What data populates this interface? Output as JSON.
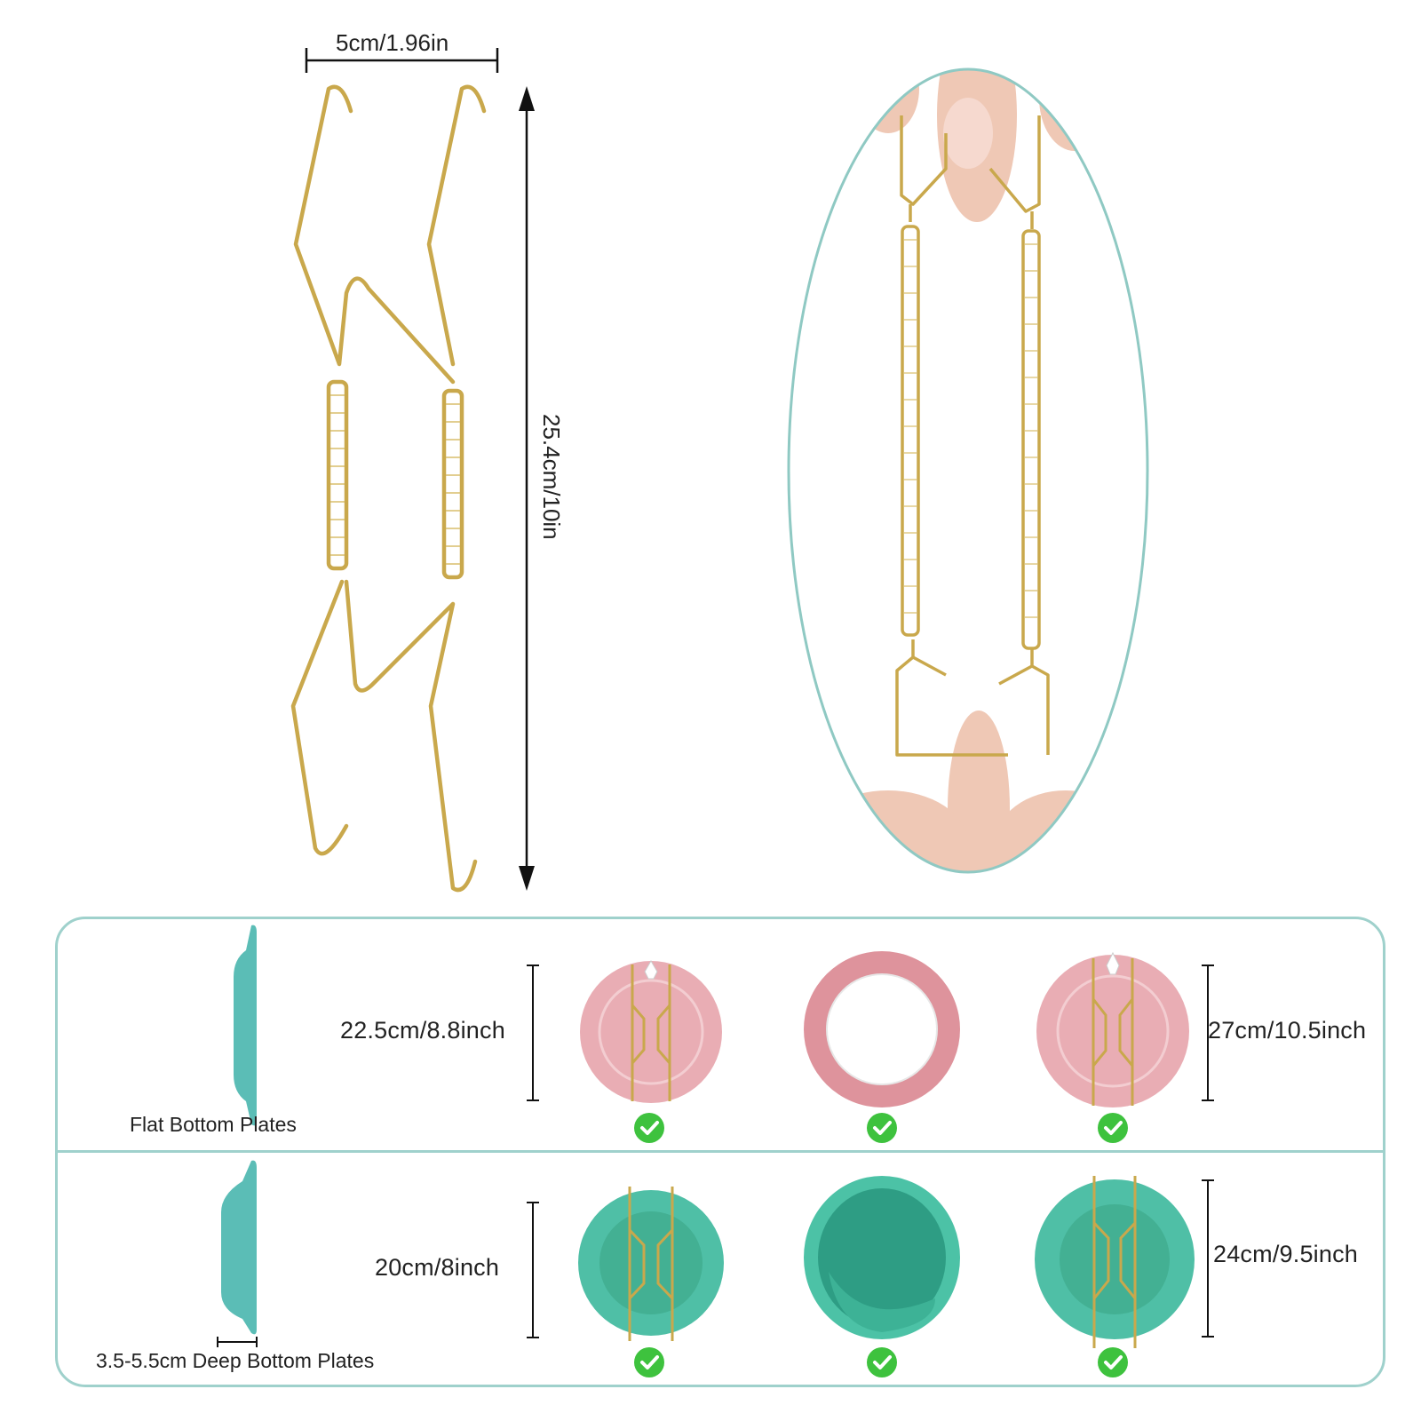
{
  "hanger": {
    "width_label": "5cm/1.96in",
    "height_label": "25.4cm/10in"
  },
  "flat_row": {
    "title": "Flat Bottom Plates",
    "min_size": "22.5cm/8.8inch",
    "max_size": "27cm/10.5inch"
  },
  "deep_row": {
    "title": "3.5-5.5cm Deep Bottom Plates",
    "min_size": "20cm/8inch",
    "max_size": "24cm/9.5inch"
  },
  "colors": {
    "gold": "#c9a84c",
    "accent_teal": "#5bbdb6",
    "panel_border": "#9fd1cc",
    "pink_plate": "#e5a2aa",
    "teal_plate": "#4fbfa6",
    "check_green": "#3ec23e"
  },
  "icons": {
    "check": "check-circle-icon"
  }
}
